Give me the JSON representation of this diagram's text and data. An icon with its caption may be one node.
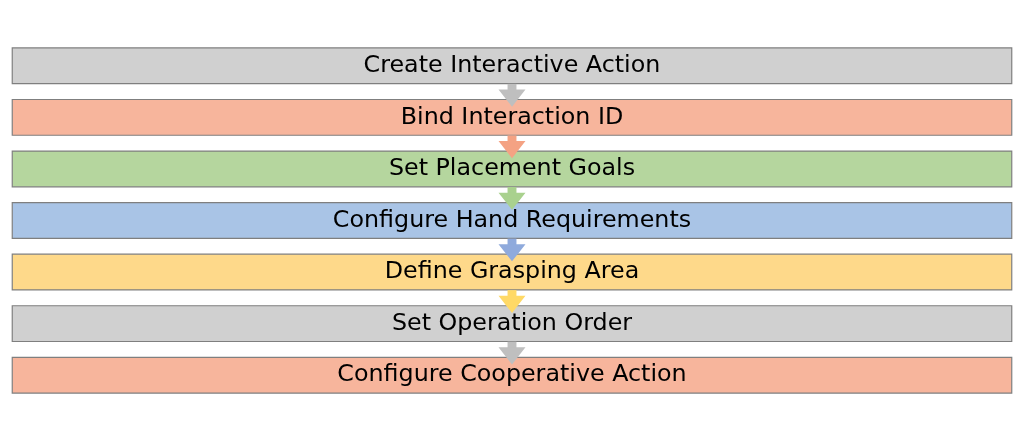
{
  "diagram": {
    "nodes": [
      {
        "text": [
          "Create Interactive Action"
        ]
      },
      {
        "text": [
          "Bind Interaction ID"
        ]
      },
      {
        "text": [
          "Set Placement Goals"
        ]
      },
      {
        "text": [
          "Configure Hand Requirements"
        ]
      },
      {
        "text": [
          "Define Grasping Area"
        ]
      },
      {
        "text": [
          "Set Operation Order"
        ]
      },
      {
        "text": [
          "Configure Cooperative Action"
        ]
      }
    ],
    "edges": [
      {
        "from": 0,
        "to": 1,
        "arrow": "to",
        "color": "#bfbfbf"
      },
      {
        "from": 1,
        "to": 2,
        "arrow": "to",
        "color": "#f4a283"
      },
      {
        "from": 2,
        "to": 3,
        "arrow": "to",
        "color": "#a9d18e"
      },
      {
        "from": 3,
        "to": 4,
        "arrow": "to",
        "color": "#8faadc"
      },
      {
        "from": 4,
        "to": 5,
        "arrow": "to",
        "color": "#ffd966"
      },
      {
        "from": 5,
        "to": 6,
        "arrow": "to",
        "color": "#bfbfbf"
      }
    ]
  }
}
